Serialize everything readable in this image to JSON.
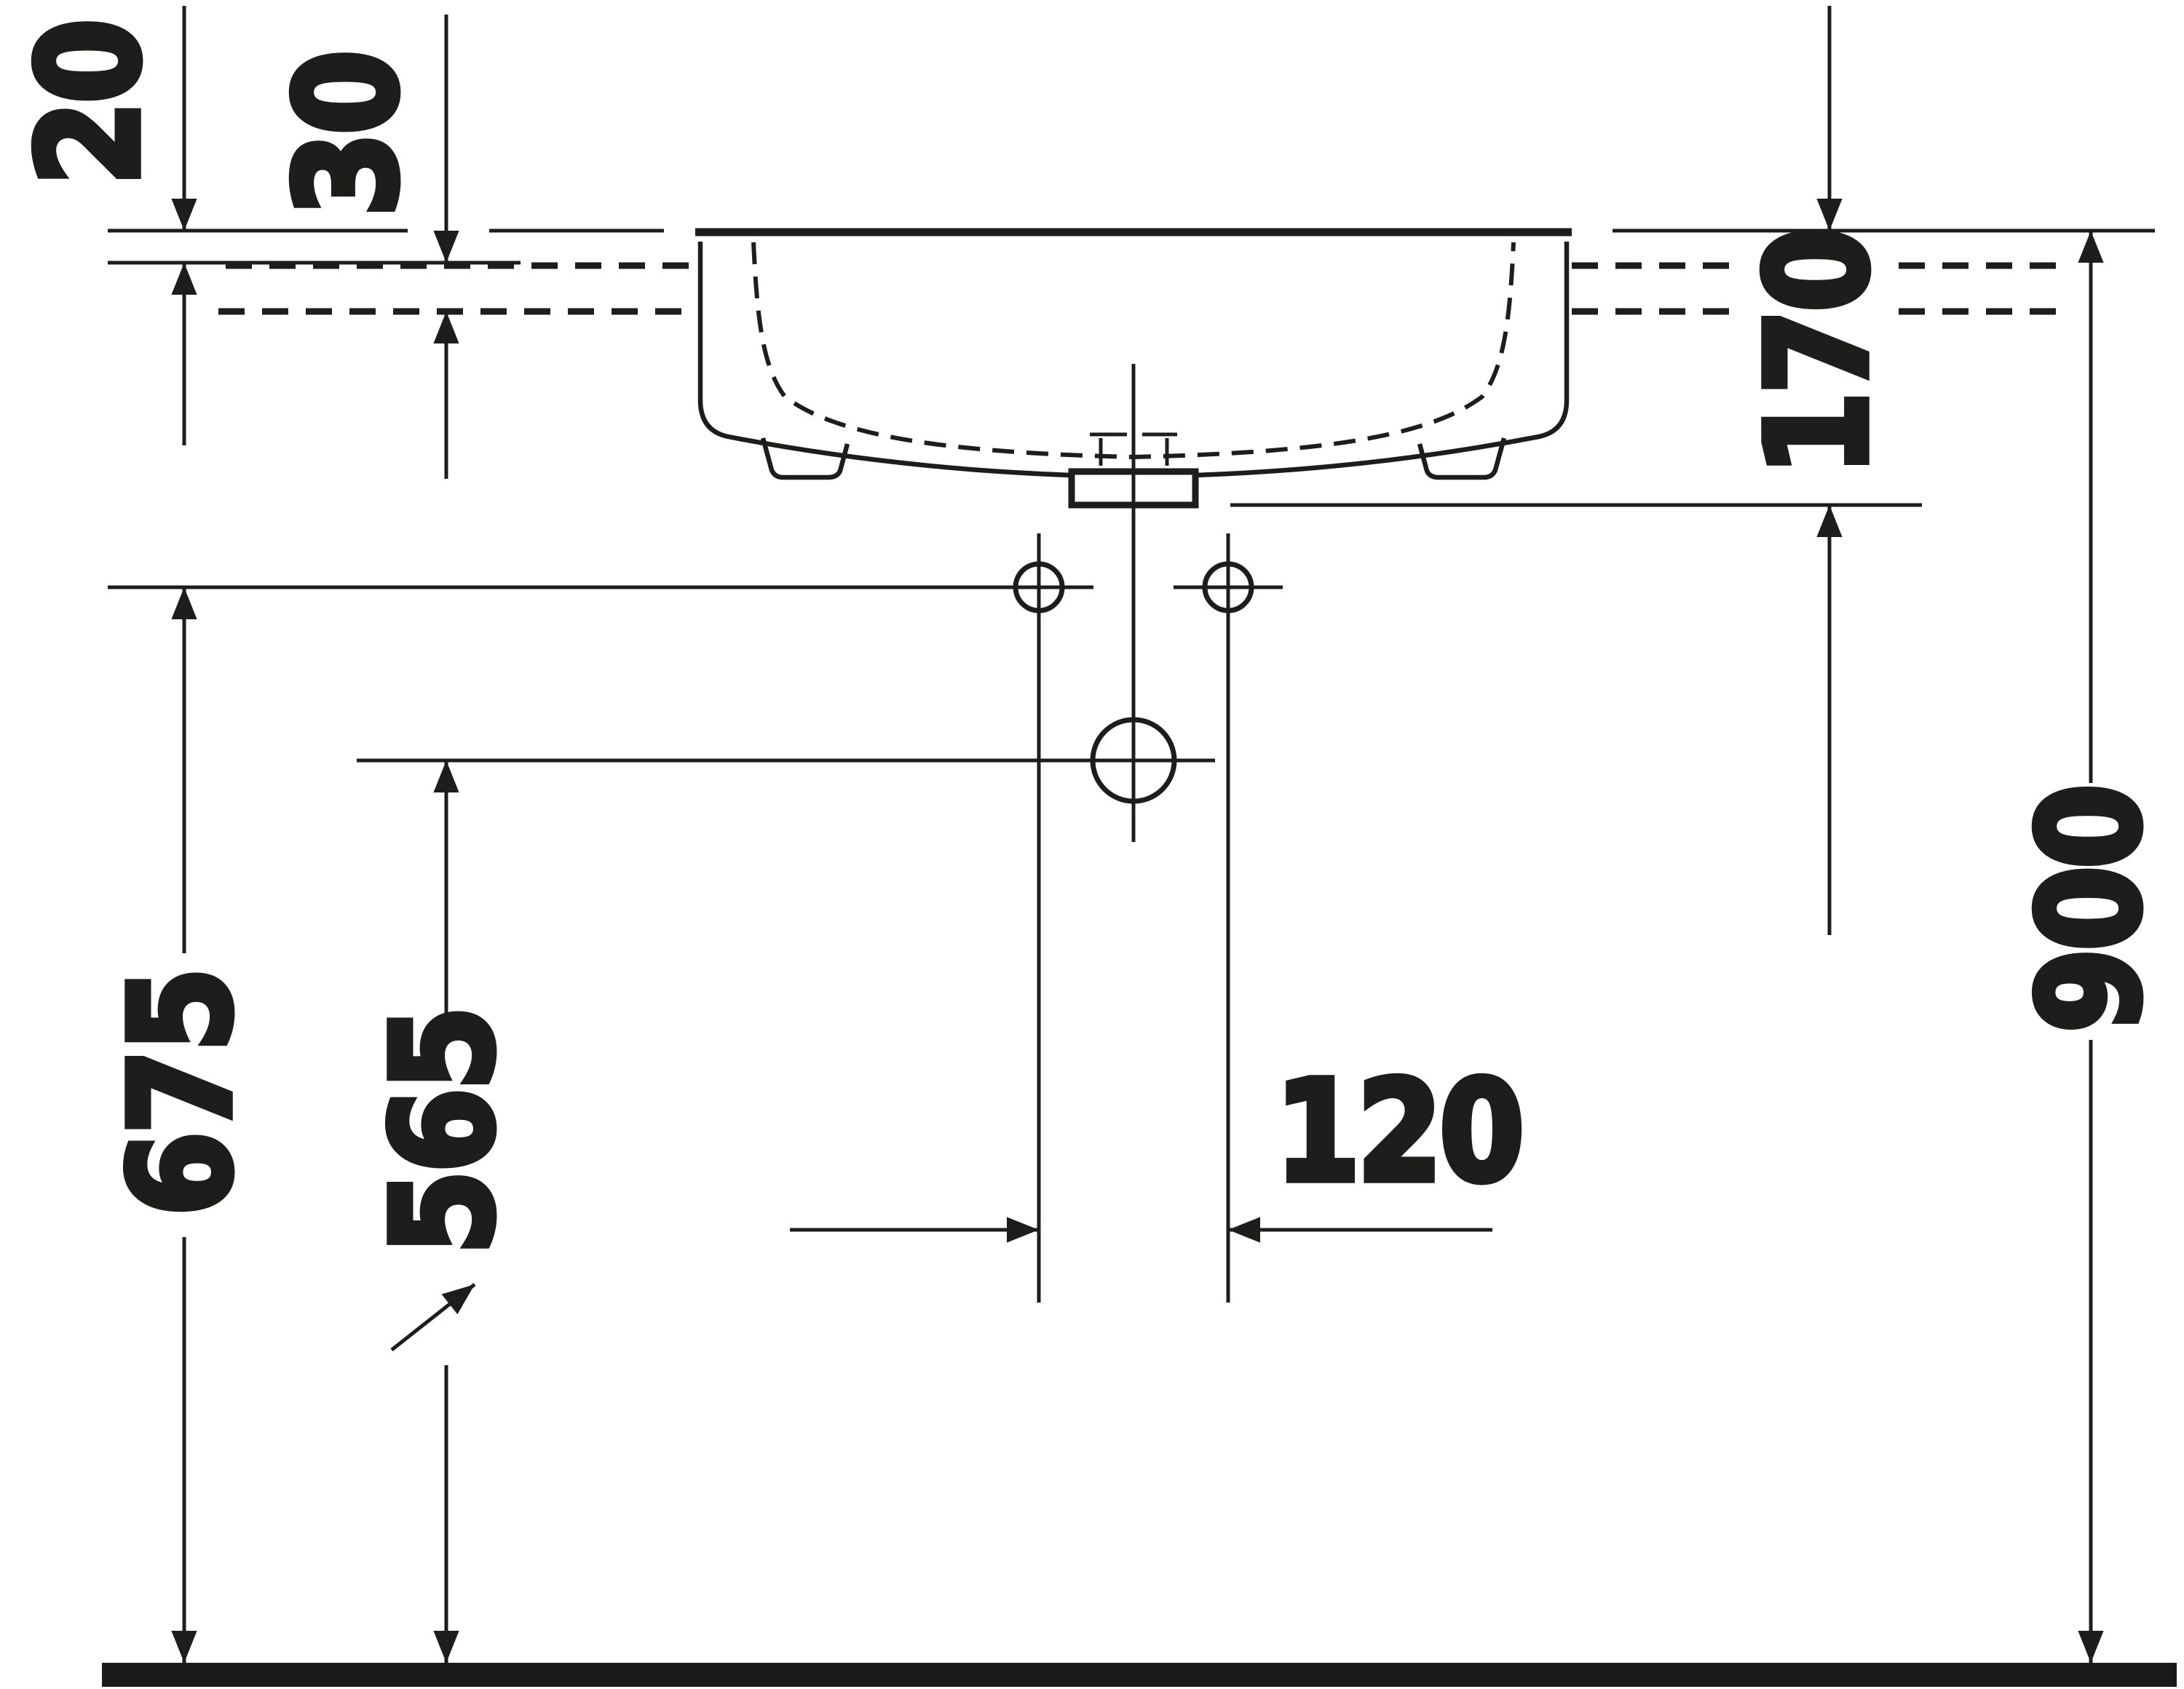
{
  "page": {
    "background": "#ffffff"
  },
  "drawing": {
    "kind": "washbasin-front-elevation-installation-drawing",
    "line_color": "#1d1d1b",
    "floor_color": "#1a1a1a",
    "dimensions": {
      "rim_drop_20": "20",
      "rim_drop_30": "30",
      "rim_to_body_bottom_170": "170",
      "floor_to_fixing_holes_675": "675",
      "floor_to_outlet_565": "565",
      "fixing_hole_spacing_120": "120",
      "floor_to_rim_900": "900"
    }
  }
}
